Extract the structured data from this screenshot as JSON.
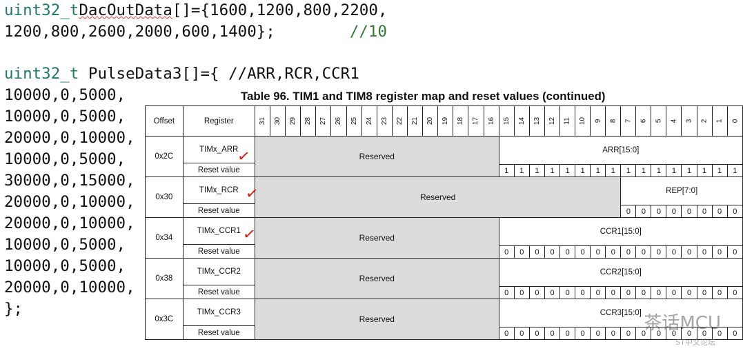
{
  "code": {
    "line1_type": "uint32_t",
    "line1_name": "DacOutData",
    "line1_rest": "[]={1600,1200,800,2200,",
    "line2": "1200,800,2600,2000,600,1400};",
    "line2_comment": "//10",
    "line3_type": "uint32_t",
    "line3_rest": " PulseData3[]={ //ARR,RCR,CCR1",
    "rows": [
      "10000,0,5000,",
      "10000,0,5000,",
      "20000,0,10000,",
      "10000,0,5000,",
      "30000,0,15000,",
      "20000,0,10000,",
      "20000,0,10000,",
      "10000,0,5000,",
      "10000,0,5000,",
      "20000,0,10000,",
      "};"
    ]
  },
  "table": {
    "title": "Table 96. TIM1 and TIM8 register map and reset values (continued)",
    "header_offset": "Offset",
    "header_register": "Register",
    "bits": [
      "31",
      "30",
      "29",
      "28",
      "27",
      "26",
      "25",
      "24",
      "23",
      "22",
      "21",
      "20",
      "19",
      "18",
      "17",
      "16",
      "15",
      "14",
      "13",
      "12",
      "11",
      "10",
      "9",
      "8",
      "7",
      "6",
      "5",
      "4",
      "3",
      "2",
      "1",
      "0"
    ],
    "reset_label": "Reset value",
    "reserved_label": "Reserved",
    "registers": [
      {
        "offset": "0x2C",
        "name": "TIMx_ARR",
        "field": "ARR[15:0]",
        "reserved_bits": 16,
        "reset": [
          "1",
          "1",
          "1",
          "1",
          "1",
          "1",
          "1",
          "1",
          "1",
          "1",
          "1",
          "1",
          "1",
          "1",
          "1",
          "1"
        ],
        "checked": true
      },
      {
        "offset": "0x30",
        "name": "TIMx_RCR",
        "field": "REP[7:0]",
        "reserved_bits": 24,
        "reset": [
          "0",
          "0",
          "0",
          "0",
          "0",
          "0",
          "0",
          "0"
        ],
        "checked": true
      },
      {
        "offset": "0x34",
        "name": "TIMx_CCR1",
        "field": "CCR1[15:0]",
        "reserved_bits": 16,
        "reset": [
          "0",
          "0",
          "0",
          "0",
          "0",
          "0",
          "0",
          "0",
          "0",
          "0",
          "0",
          "0",
          "0",
          "0",
          "0",
          "0"
        ],
        "checked": true
      },
      {
        "offset": "0x38",
        "name": "TIMx_CCR2",
        "field": "CCR2[15:0]",
        "reserved_bits": 16,
        "reset": [
          "0",
          "0",
          "0",
          "0",
          "0",
          "0",
          "0",
          "0",
          "0",
          "0",
          "0",
          "0",
          "0",
          "0",
          "0",
          "0"
        ],
        "checked": false
      },
      {
        "offset": "0x3C",
        "name": "TIMx_CCR3",
        "field": "CCR3[15:0]",
        "reserved_bits": 16,
        "reset": [
          "0",
          "0",
          "0",
          "0",
          "0",
          "0",
          "0",
          "0",
          "0",
          "0",
          "0",
          "0",
          "0",
          "0",
          "0",
          "0"
        ],
        "checked": false
      }
    ]
  },
  "annotation": {
    "tick_mark": "✓",
    "tick_color": "#e3160b"
  },
  "watermark": {
    "text": "茶话MCU",
    "subtext": "ST中文论坛"
  }
}
